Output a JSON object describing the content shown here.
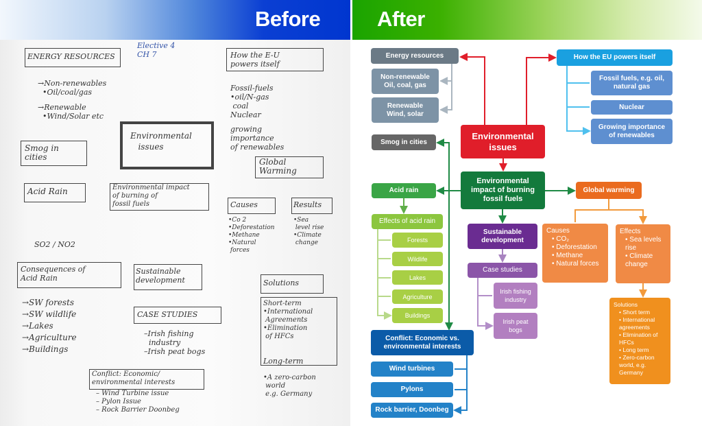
{
  "header": {
    "before": "Before",
    "after": "After"
  },
  "handwritten": {
    "energy": "ENERGY RESOURCES",
    "elective": "Elective 4\nCH 7",
    "nonrenew": "→Non-renewables\n  •Oil/coal/gas",
    "renew": "→Renewable\n  •Wind/Solar etc",
    "eu": "How the E-U\npowers itself",
    "fossil": "Fossil-fuels\n•oil/N-gas\n coal\nNuclear",
    "growing": "growing\nimportance\nof renewables",
    "central": "Environmental\n   issues",
    "smog": "Smog in\ncities",
    "acid": "Acid Rain",
    "impact": "Environmental impact\nof burning of\nfossil fuels",
    "global": "Global\nWarming",
    "causes": "Causes",
    "causes_list": "•Co 2\n•Deforestation\n•Methane\n•Natural\n forces",
    "results": "Results",
    "results_list": "•Sea\n level rise\n•Climate\n change",
    "so2": "SO2 / NO2",
    "consequences": "Consequences of\nAcid Rain",
    "cons_list": "→SW forests\n→SW wildlife\n→Lakes\n→Agriculture\n→Buildings",
    "sustainable": "Sustainable\ndevelopment",
    "case": "CASE STUDIES",
    "case_list": "–Irish fishing\n  industry\n–Irish peat bogs",
    "solutions": "Solutions",
    "short": "Short-term\n•International\n Agreements\n•Elimination\n of HFCs",
    "long": "Long-term",
    "long_list": "•A zero-carbon\n world\n e.g. Germany",
    "conflict": "Conflict: Economic/\nenvironmental interests",
    "conflict_list": "– Wind Turbine issue\n– Pylon Issue\n– Rock Barrier Doonbeg"
  },
  "map": {
    "energy": "Energy resources",
    "nonrenew": "Non-renewable\nOil, coal, gas",
    "renew": "Renewable\nWind, solar",
    "eu": "How the EU powers itself",
    "fossil": "Fossil fuels, e.g. oil,\nnatural gas",
    "nuclear": "Nuclear",
    "growing": "Growing importance\nof renewables",
    "central": "Environmental\nissues",
    "smog": "Smog in cities",
    "impact": "Environmental\nimpact of burning\nfossil fuels",
    "acid": "Acid rain",
    "effects_acid": "Effects of acid rain",
    "acid_items": [
      "Forests",
      "Wildlife",
      "Lakes",
      "Agriculture",
      "Buildings"
    ],
    "global": "Global warming",
    "sustainable": "Sustainable\ndevelopment",
    "case": "Case studies",
    "fishing": "Irish fishing\nindustry",
    "peat": "Irish peat\nbogs",
    "causes_title": "Causes",
    "causes": [
      "CO₂",
      "Deforestation",
      "Methane",
      "Natural forces"
    ],
    "effects_title": "Effects",
    "effects": [
      "Sea levels rise",
      "Climate change"
    ],
    "solutions_title": "Solutions",
    "solutions": [
      "Short term",
      "International agreements",
      "Elimination of HFCs",
      "Long term",
      "Zero-carbon world, e.g. Germany"
    ],
    "conflict": "Conflict: Economic vs.\nenvironmental interests",
    "conflict_items": [
      "Wind turbines",
      "Pylons",
      "Rock barrier, Doonbeg"
    ]
  },
  "colors": {
    "red": "#e01e2a",
    "green_dark": "#137a3c",
    "green": "#3aa546",
    "lime": "#8cc63f",
    "slate": "#6b7a86",
    "cyan": "#1aa0e0",
    "blue": "#5e8fd0",
    "purple": "#6a2c91",
    "orange": "#ea6b1f",
    "navy": "#0b5ba8"
  }
}
